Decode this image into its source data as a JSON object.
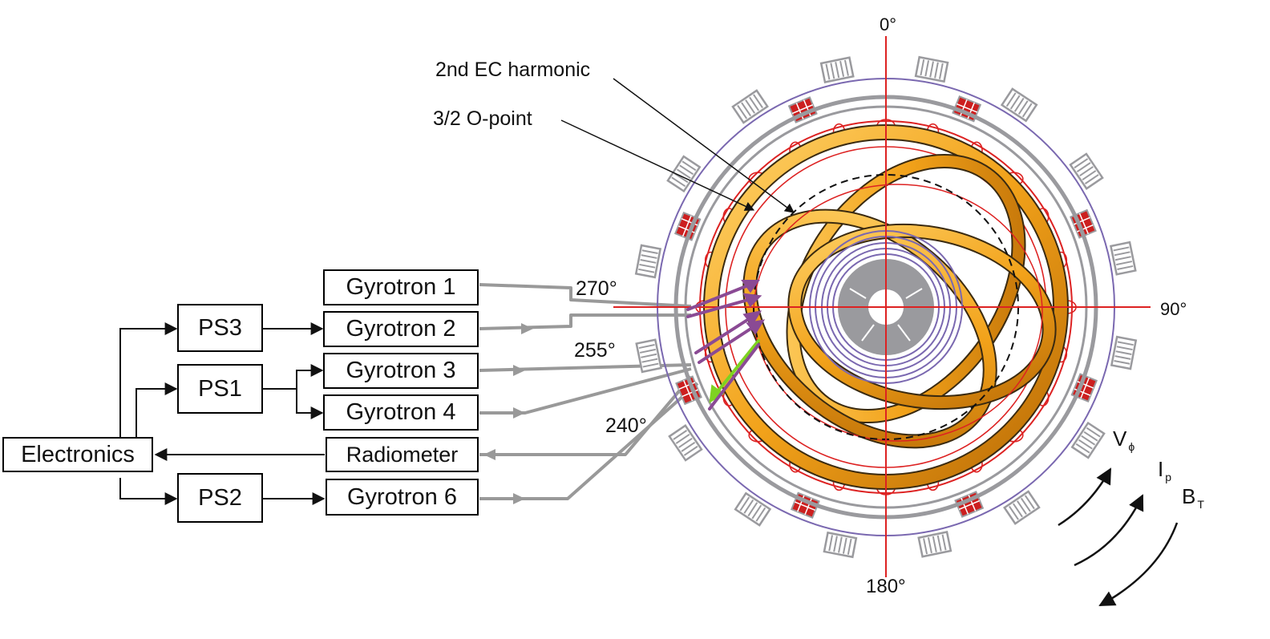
{
  "blocks": {
    "electronics": "Electronics",
    "ps3": "PS3",
    "ps1": "PS1",
    "ps2": "PS2",
    "gyrotron1": "Gyrotron 1",
    "gyrotron2": "Gyrotron 2",
    "gyrotron3": "Gyrotron 3",
    "gyrotron4": "Gyrotron 4",
    "radiometer": "Radiometer",
    "gyrotron6": "Gyrotron 6"
  },
  "angles": {
    "top": "0°",
    "right": "90°",
    "bottom": "180°",
    "a270": "270°",
    "a255": "255°",
    "a240": "240°"
  },
  "annotations": {
    "ec_harmonic": "2nd EC harmonic",
    "o_point": "3/2 O-point"
  },
  "directions": {
    "v_main": "V",
    "v_sub": "ϕ",
    "i_main": "I",
    "i_sub": "p",
    "b_main": "B",
    "b_sub": "T"
  },
  "colors": {
    "wall": "#9a9a9e",
    "red": "#dd2222",
    "orange": "#f2a21a",
    "purple": "#8a4a94",
    "green": "#7ed321",
    "coil": "#7a68b0"
  }
}
